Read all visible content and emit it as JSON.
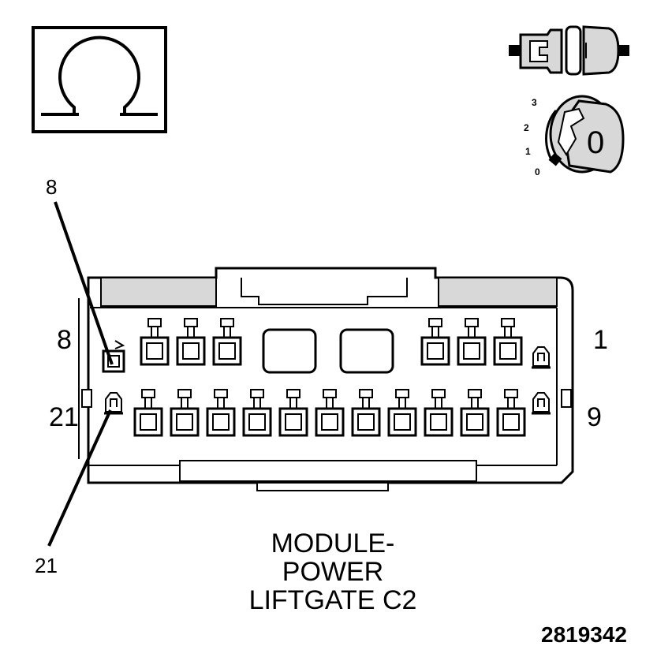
{
  "title_lines": [
    "MODULE-",
    "POWER",
    "LIFTGATE C2"
  ],
  "figure_number": "2819342",
  "connector": {
    "top_left_pin": "8",
    "top_right_pin": "1",
    "bottom_left_pin": "21",
    "bottom_right_pin": "9"
  },
  "callouts": [
    "8",
    "21"
  ],
  "ignition": {
    "positions": [
      "3",
      "2",
      "1",
      "0"
    ],
    "key_digit": "0"
  },
  "icons": [
    "ohm-symbol-icon",
    "connector-disconnect-icon",
    "ignition-key-icon"
  ],
  "colors": {
    "line": "#000000",
    "shade": "#d8d8d8",
    "background": "#ffffff"
  }
}
